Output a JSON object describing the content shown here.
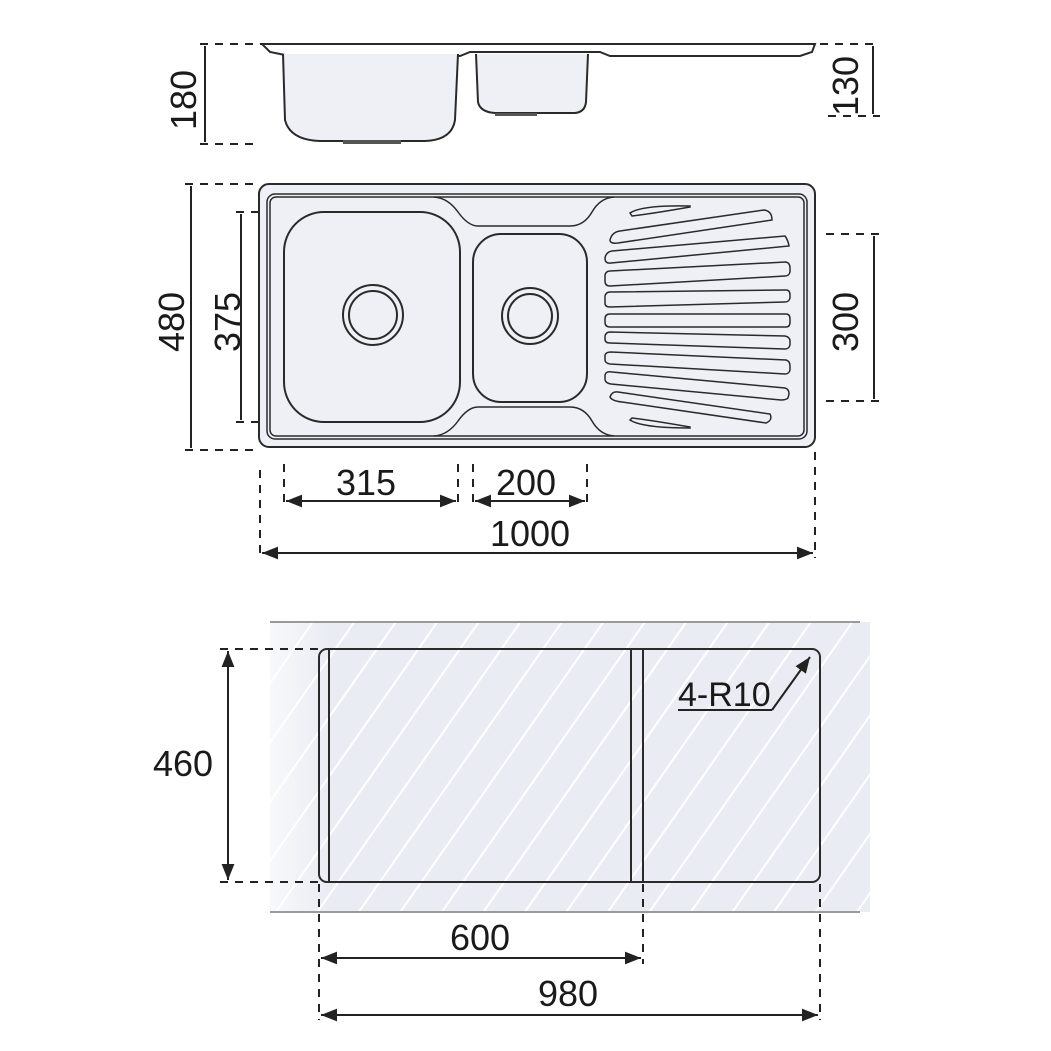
{
  "side_view": {
    "total_depth_label": "180",
    "small_bowl_depth_label": "130"
  },
  "top_view": {
    "overall_depth_label": "480",
    "bowl_depth_label": "375",
    "drainer_depth_label": "300",
    "large_bowl_width_label": "315",
    "small_bowl_width_label": "200",
    "overall_width_label": "1000",
    "drainer_grooves": 11
  },
  "cutout_view": {
    "cutout_depth_label": "460",
    "bowl_section_width_label": "600",
    "cutout_width_label": "980",
    "corner_radius_label": "4-R10"
  },
  "colors": {
    "line": "#2a2a2a",
    "sink_fill": "#eef0f6",
    "hatch_bg": "#e9ecf3",
    "hatch_line": "#ffffff"
  }
}
